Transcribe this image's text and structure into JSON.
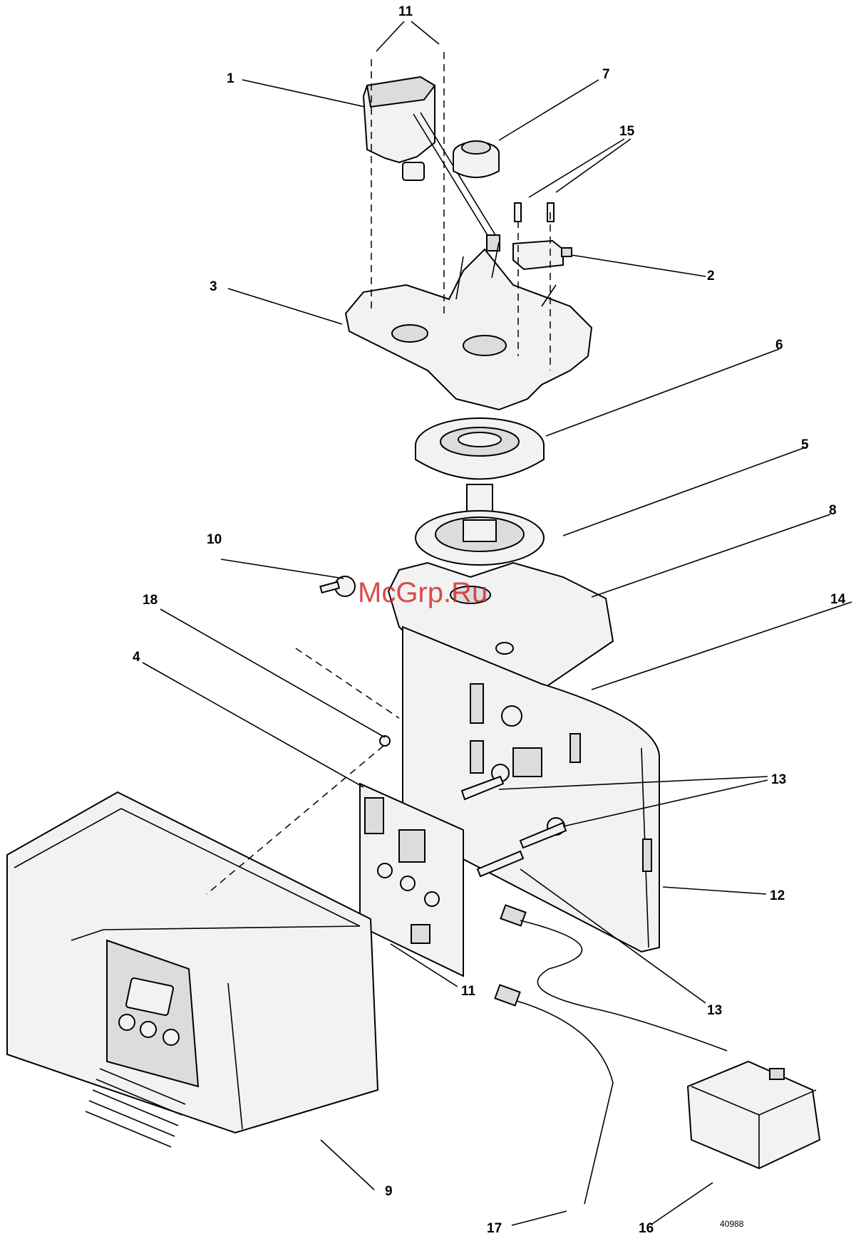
{
  "callouts": [
    {
      "key": "c11_top",
      "label": "11"
    },
    {
      "key": "c1",
      "label": "1"
    },
    {
      "key": "c7",
      "label": "7"
    },
    {
      "key": "c15",
      "label": "15"
    },
    {
      "key": "c2",
      "label": "2"
    },
    {
      "key": "c3",
      "label": "3"
    },
    {
      "key": "c6",
      "label": "6"
    },
    {
      "key": "c5",
      "label": "5"
    },
    {
      "key": "c8",
      "label": "8"
    },
    {
      "key": "c10",
      "label": "10"
    },
    {
      "key": "c18",
      "label": "18"
    },
    {
      "key": "c14",
      "label": "14"
    },
    {
      "key": "c4",
      "label": "4"
    },
    {
      "key": "c13_a",
      "label": "13"
    },
    {
      "key": "c12",
      "label": "12"
    },
    {
      "key": "c11_bottom",
      "label": "11"
    },
    {
      "key": "c13_b",
      "label": "13"
    },
    {
      "key": "c9",
      "label": "9"
    },
    {
      "key": "c17",
      "label": "17"
    },
    {
      "key": "c16",
      "label": "16"
    }
  ],
  "drawing_number": "40988",
  "watermark": "McGrp.Ru"
}
